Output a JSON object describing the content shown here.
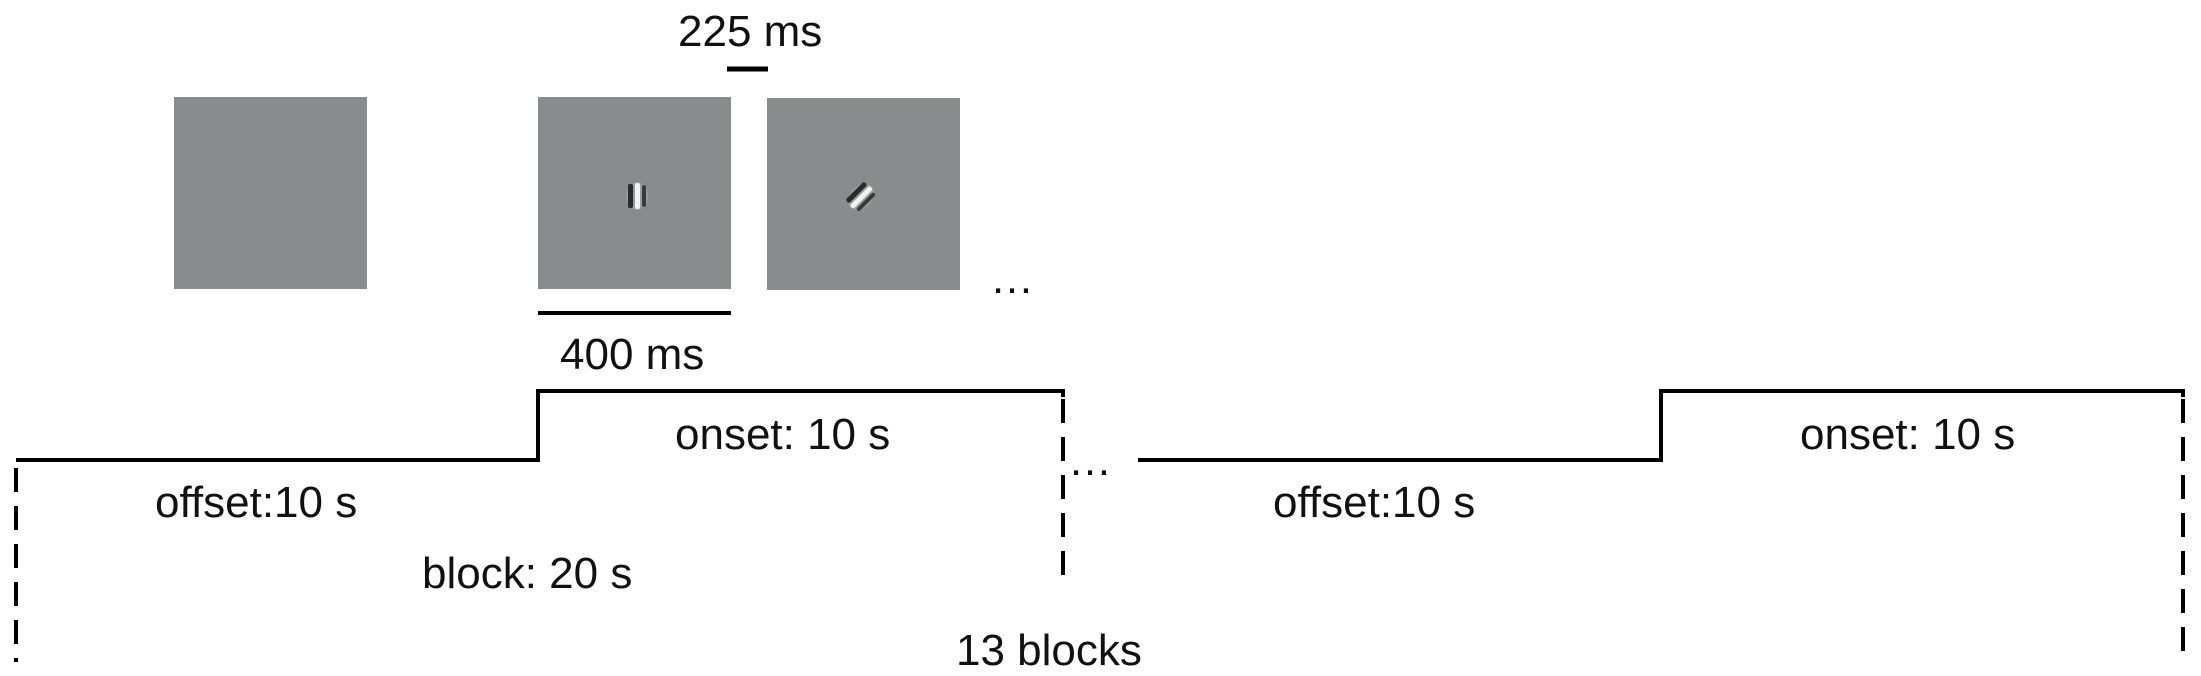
{
  "labels": {
    "isi": "225 ms",
    "stimulus_duration": "400 ms",
    "onset_1": "onset: 10 s",
    "onset_2": "onset: 10 s",
    "offset_1": "offset:10 s",
    "offset_2": "offset:10 s",
    "block": "block: 20 s",
    "total": "13 blocks",
    "ellipsis_frames": "…",
    "ellipsis_timeline": "…"
  },
  "colors": {
    "frame_gray": "#8a8b8d",
    "line": "#000000"
  }
}
